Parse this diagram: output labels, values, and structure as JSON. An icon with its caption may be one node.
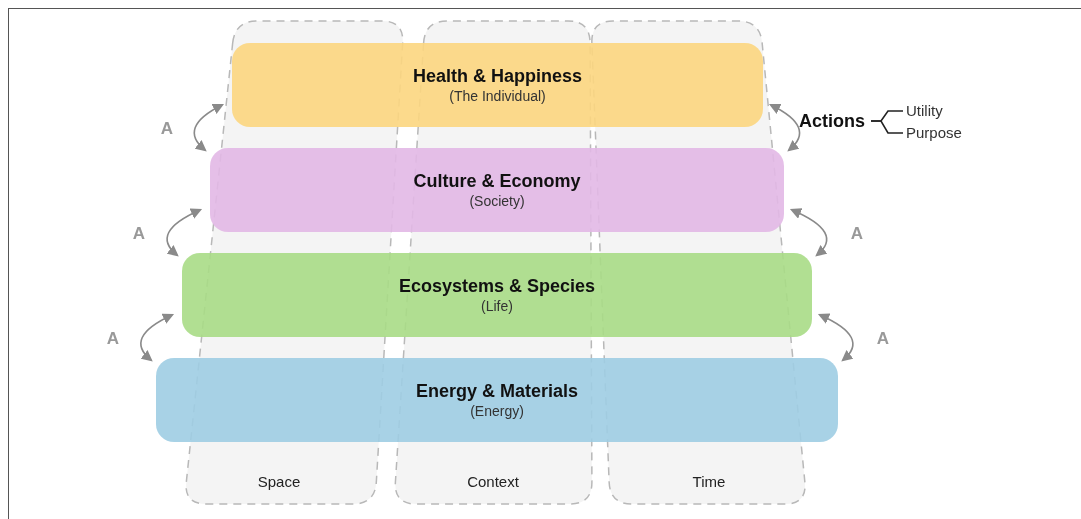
{
  "diagram": {
    "nodes": [
      {
        "text": [
          "Health & Happiness",
          "(The Individual)"
        ]
      },
      {
        "text": [
          "Culture & Economy",
          "(Society)"
        ]
      },
      {
        "text": [
          "Ecosystems & Species",
          "(Life)"
        ]
      },
      {
        "text": [
          "Energy & Materials",
          "(Energy)"
        ]
      },
      {
        "text": [
          "Space"
        ]
      },
      {
        "text": [
          "Context"
        ]
      },
      {
        "text": [
          "Time"
        ]
      },
      {
        "text": [
          "Actions"
        ]
      },
      {
        "text": [
          "Utility"
        ]
      },
      {
        "text": [
          "Purpose"
        ]
      }
    ],
    "edges": [
      {
        "from": 0,
        "to": 1,
        "arrow": "both",
        "label": "A"
      },
      {
        "from": 0,
        "to": 1,
        "arrow": "both"
      },
      {
        "from": 1,
        "to": 2,
        "arrow": "both",
        "label": "A"
      },
      {
        "from": 1,
        "to": 2,
        "arrow": "both",
        "label": "A"
      },
      {
        "from": 2,
        "to": 3,
        "arrow": "both",
        "label": "A"
      },
      {
        "from": 2,
        "to": 3,
        "arrow": "both",
        "label": "A"
      },
      {
        "from": 7,
        "to": 8,
        "arrow": "none",
        "color": "#222222"
      },
      {
        "from": 7,
        "to": 9,
        "arrow": "none",
        "color": "#222222"
      }
    ]
  }
}
